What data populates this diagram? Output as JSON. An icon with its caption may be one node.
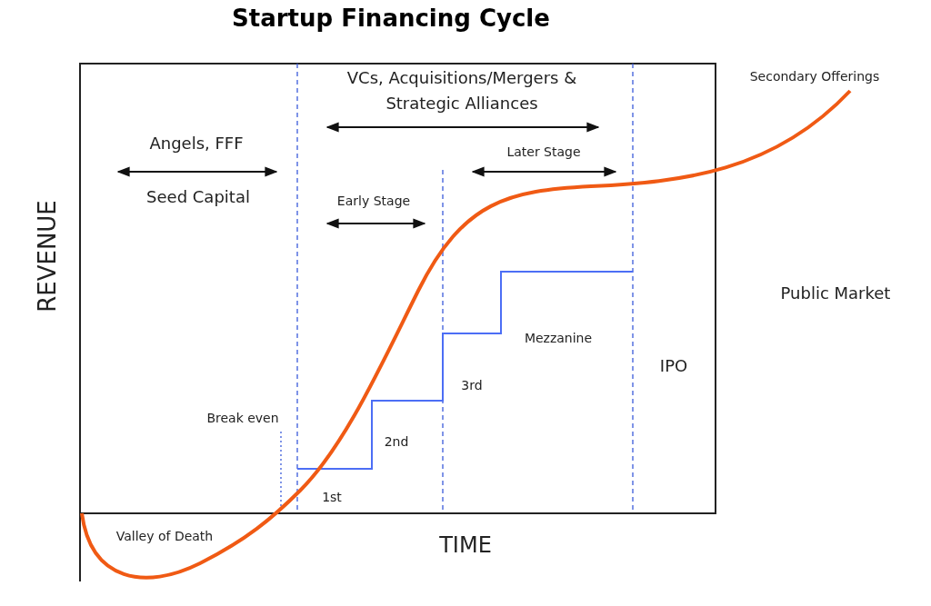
{
  "diagram": {
    "title": "Startup Financing Cycle",
    "labels": [
      "VCs, Acquisitions/Mergers & Strategic Alliances",
      "Secondary Offerings",
      "Angels, FFF",
      "Later Stage",
      "Seed Capital",
      "Early Stage",
      "REVENUE",
      "Public Market",
      "Mezzanine",
      "IPO",
      "3rd",
      "Break even",
      "2nd",
      "1st",
      "Valley of Death",
      "TIME"
    ]
  }
}
